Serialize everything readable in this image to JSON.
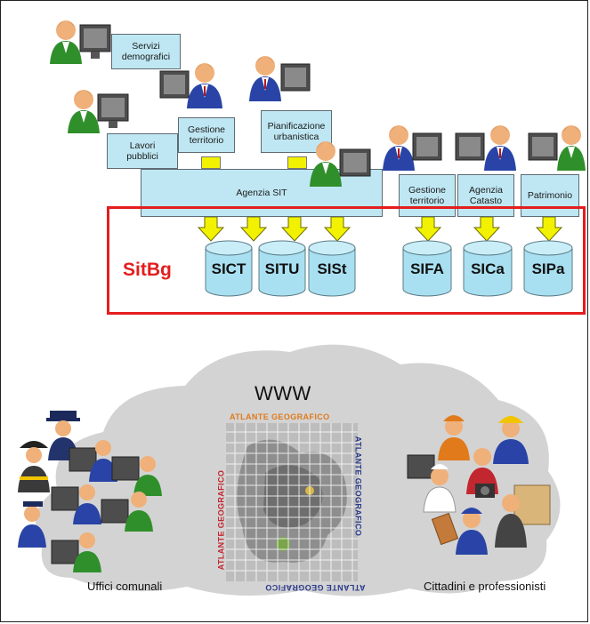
{
  "labels": {
    "servizi": "Servizi\ndemografici",
    "lavori": "Lavori\npubblici",
    "gestione1": "Gestione\nterritorio",
    "pianificazione": "Pianificazione\nurbanistica",
    "agenzia_sit": "Agenzia SIT",
    "gestione2": "Gestione\nterritorio",
    "agenzia_catasto": "Agenzia\nCatasto",
    "patrimonio": "Patrimonio"
  },
  "sitbg": "SitBg",
  "databases": [
    "SICT",
    "SITU",
    "SISt",
    "SIFA",
    "SICa",
    "SIPa"
  ],
  "www": "WWW",
  "atlas_title": "ATLANTE GEOGRAFICO",
  "captions": {
    "uffici": "Uffici comunali",
    "cittadini": "Cittadini e professionisti"
  },
  "colors": {
    "box_fill": "#bfe7f3",
    "arrow": "#f2f200",
    "db": "#a9e0f1",
    "sitbg_border": "#e41d1d",
    "cloud": "#d3d3d3"
  }
}
